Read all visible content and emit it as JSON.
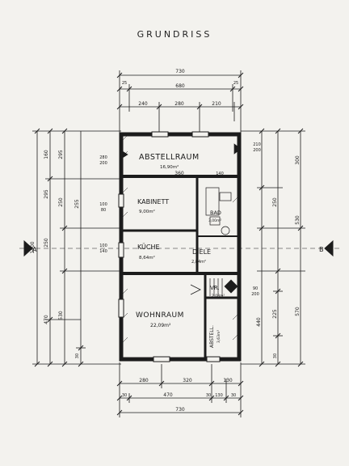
{
  "title": "GRUNDRISS",
  "rooms": [
    {
      "name": "ABSTELLRAUM",
      "area": "16,90m²"
    },
    {
      "name": "KABINETT",
      "area": "9,00m²"
    },
    {
      "name": "BAD",
      "area": "3,00m²"
    },
    {
      "name": "KÜCHE",
      "area": "8,64m²"
    },
    {
      "name": "DIELE",
      "area": "2,84m²"
    },
    {
      "name": "VR.",
      "area": "2,08m²"
    },
    {
      "name": "WOHNRAUM",
      "area": "22,09m²"
    },
    {
      "name": "ABSTELL.",
      "area": "3,63m²"
    }
  ],
  "section_marks": {
    "left": "A",
    "right": "B"
  },
  "dims": {
    "top_total": "730",
    "top_inner": "680",
    "top_end_a": "25",
    "top_end_b": "25",
    "top_seg_a": "240",
    "top_seg_b": "280",
    "top_seg_c": "210",
    "bottom_seg_a": "280",
    "bottom_seg_b": "320",
    "bottom_seg_c": "130",
    "bottom_chain_a": "30",
    "bottom_chain_b": "470",
    "bottom_chain_c": "30",
    "bottom_chain_d": "130",
    "bottom_chain_e": "30",
    "bottom_total": "730",
    "left_total": "1400",
    "left_a": "160",
    "left_b": "295",
    "left_c": "295",
    "left_d": "250",
    "left_e": "255",
    "left_f": "250",
    "left_g": "470",
    "left_h": "530",
    "left_i": "30",
    "right_a": "300",
    "right_b": "250",
    "right_c": "530",
    "right_d": "440",
    "right_e": "225",
    "right_f": "570",
    "right_g": "30",
    "inner_abst": "360",
    "inner_abst_b": "140",
    "opening_1": "280",
    "opening_1b": "200",
    "opening_2": "210",
    "opening_2b": "200",
    "opening_3": "100",
    "opening_3b": "80",
    "opening_4": "100",
    "opening_4b": "140",
    "opening_5": "90",
    "opening_5b": "200"
  }
}
